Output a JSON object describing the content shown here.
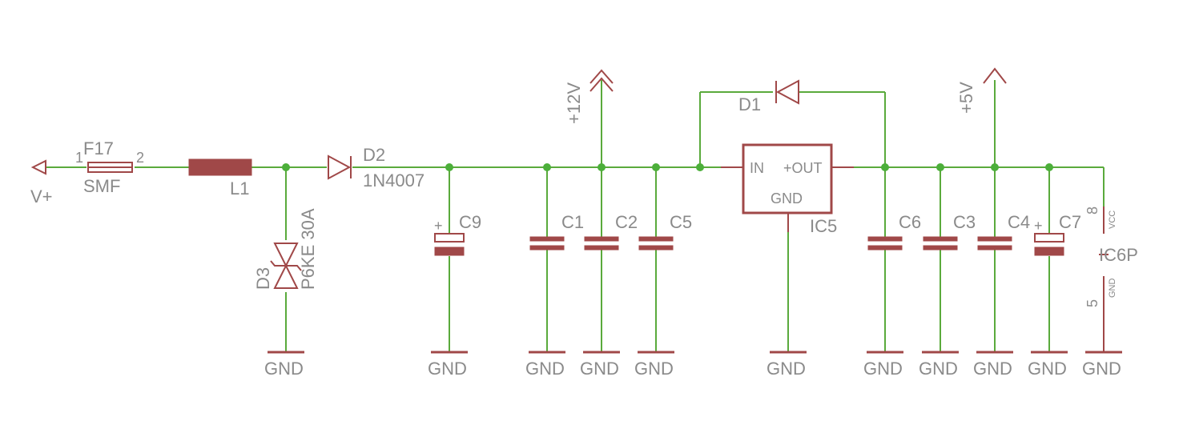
{
  "supply": {
    "vplus": "V+",
    "plus12": "+12V",
    "plus5": "+5V"
  },
  "fuse": {
    "name": "F17",
    "value": "SMF",
    "pin1": "1",
    "pin2": "2"
  },
  "inductor": {
    "name": "L1"
  },
  "tvs": {
    "name": "D3",
    "value": "P6KE 30A"
  },
  "diode_d2": {
    "name": "D2",
    "value": "1N4007"
  },
  "diode_d1": {
    "name": "D1"
  },
  "regulator": {
    "name": "IC5",
    "pin_in": "IN",
    "pin_out": "+OUT",
    "pin_gnd": "GND"
  },
  "capacitors": {
    "c9": "C9",
    "c1": "C1",
    "c2": "C2",
    "c5": "C5",
    "c6": "C6",
    "c3": "C3",
    "c4": "C4",
    "c7": "C7",
    "plus": "+"
  },
  "ic6": {
    "name": "IC6P",
    "vcc_pin": "8",
    "vcc_label": "VCC",
    "gnd_pin": "5",
    "gnd_label": "GND"
  },
  "ground_label": "GND"
}
